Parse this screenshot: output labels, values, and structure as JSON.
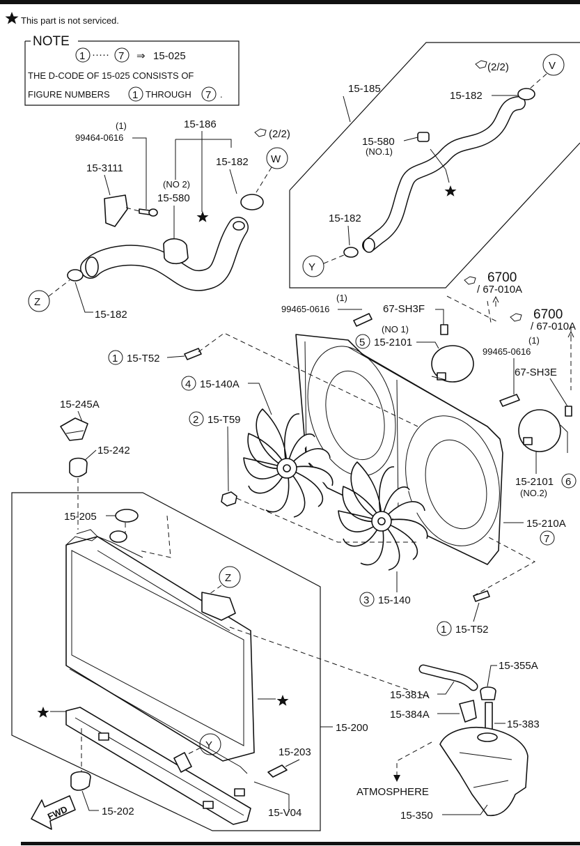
{
  "legend": {
    "star_text": "This part is not serviced."
  },
  "note": {
    "title": "NOTE",
    "range_start": "1",
    "range_dots": "·····",
    "range_end": "7",
    "arrow": "⇒",
    "range_code": "15-025",
    "line2": "THE D-CODE OF  15-025  CONSISTS OF",
    "line3_a": "FIGURE NUMBERS",
    "line3_n1": "1",
    "line3_b": "THROUGH",
    "line3_n2": "7",
    "line3_c": "."
  },
  "refs": {
    "v_ratio": "(2/2)",
    "v_letter": "V",
    "w_ratio": "(2/2)",
    "w_letter": "W",
    "z_letter": "Z",
    "y_letter": "Y",
    "z2_letter": "Z",
    "y2_letter": "Y",
    "ref6700a": "6700",
    "ref6700a_sub": "/ 67-010A",
    "ref6700b": "6700",
    "ref6700b_sub": "/ 67-010A"
  },
  "labels": {
    "p15_185": "15-185",
    "p15_182_v": "15-182",
    "p15_580_no1": "15-580",
    "no1_a": "(NO.1)",
    "p15_182_y": "15-182",
    "p15_186": "15-186",
    "qty1_a": "(1)",
    "p99464": "99464-0616",
    "p15_182_w": "15-182",
    "p15_3111": "15-3111",
    "no2_a": "(NO 2)",
    "p15_580_no2": "15-580",
    "p15_182_z": "15-182",
    "qty1_b": "(1)",
    "p99465_a": "99465-0616",
    "p67_sh3f": "67-SH3F",
    "no1_b": "(NO 1)",
    "c5": "5",
    "p15_2101_a": "15-2101",
    "qty1_c": "(1)",
    "p99465_b": "99465-0616",
    "p67_sh3e": "67-SH3E",
    "c1a": "1",
    "p15_t52_a": "15-T52",
    "c4": "4",
    "p15_140a": "15-140A",
    "c2": "2",
    "p15_t59": "15-T59",
    "p15_245a": "15-245A",
    "p15_242": "15-242",
    "p15_205": "15-205",
    "p15_2101_b": "15-2101",
    "c6": "6",
    "no2_b": "(NO.2)",
    "p15_210a": "15-210A",
    "c7": "7",
    "c3": "3",
    "p15_140": "15-140",
    "c1b": "1",
    "p15_t52_b": "15-T52",
    "p15_355a": "15-355A",
    "p15_381a": "15-381A",
    "p15_384a": "15-384A",
    "p15_383": "15-383",
    "p15_200": "15-200",
    "p15_203": "15-203",
    "atmosphere": "ATMOSPHERE",
    "p15_v04": "15-V04",
    "p15_350": "15-350",
    "p15_202": "15-202",
    "fwd": "FWD"
  }
}
